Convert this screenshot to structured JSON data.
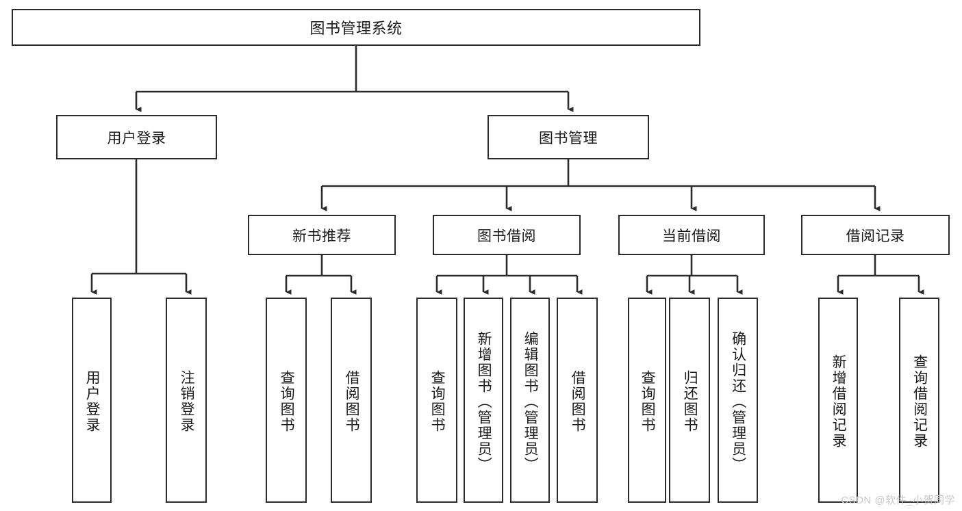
{
  "diagram": {
    "title_text": "图书管理系统",
    "type": "tree-hierarchy-diagram",
    "root": {
      "label": "图书管理系统"
    },
    "level2": [
      {
        "label": "用户登录"
      },
      {
        "label": "图书管理"
      }
    ],
    "level3": [
      {
        "label": "新书推荐"
      },
      {
        "label": "图书借阅"
      },
      {
        "label": "当前借阅"
      },
      {
        "label": "借阅记录"
      }
    ],
    "leaves": [
      {
        "label": "用户登录"
      },
      {
        "label": "注销登录"
      },
      {
        "label": "查询图书"
      },
      {
        "label": "借阅图书"
      },
      {
        "label": "查询图书"
      },
      {
        "label": "新增图书（管理员）"
      },
      {
        "label": "编辑图书（管理员）"
      },
      {
        "label": "借阅图书"
      },
      {
        "label": "查询图书"
      },
      {
        "label": "归还图书"
      },
      {
        "label": "确认归还（管理员）"
      },
      {
        "label": "新增借阅记录"
      },
      {
        "label": "查询借阅记录"
      }
    ],
    "watermark": "CSDN @软件_小贺同学",
    "colors": {
      "box_border": "#2b2b2b",
      "box_fill": "#ffffff",
      "edge": "#2b2b2b",
      "text": "#1a1a1a",
      "watermark": "#c9c9c9",
      "background": "#ffffff"
    }
  }
}
